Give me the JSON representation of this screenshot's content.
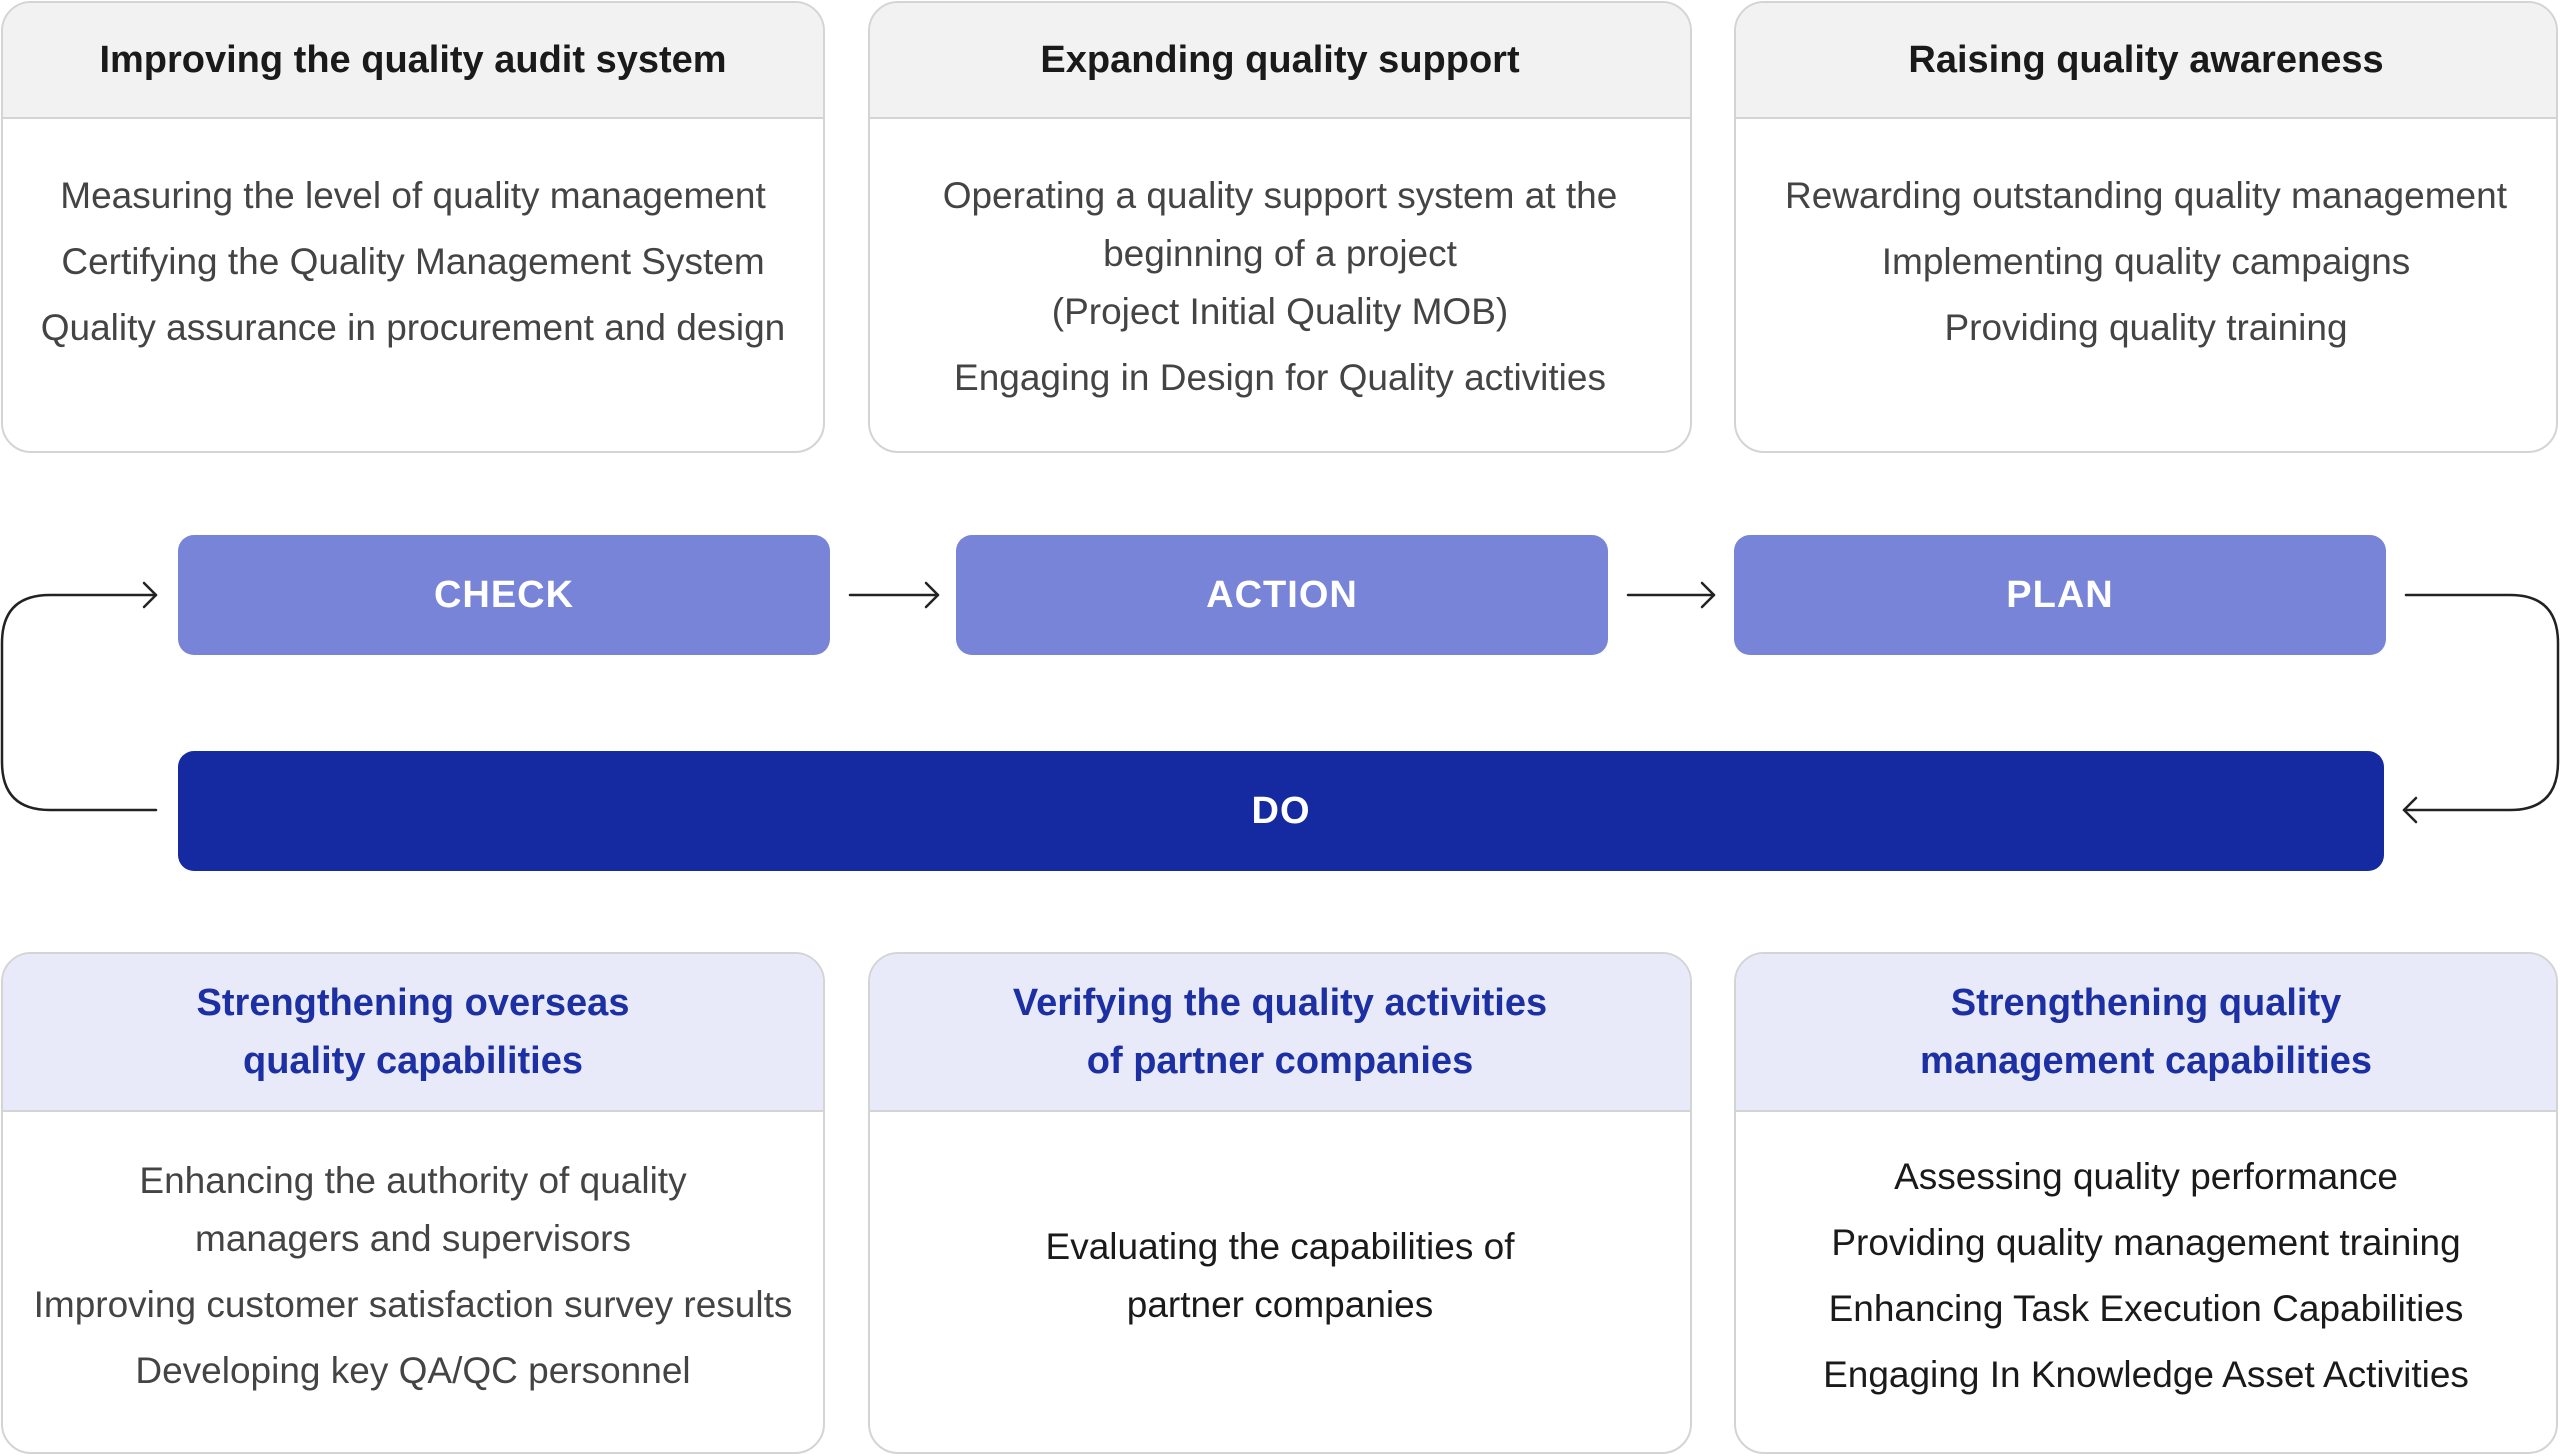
{
  "top_cards": [
    {
      "title": "Improving the quality audit system",
      "items": [
        "Measuring the level of quality management",
        "Certifying the Quality Management System",
        "Quality assurance in procurement and design"
      ]
    },
    {
      "title": "Expanding quality support",
      "items": [
        "Operating a quality support system at the\nbeginning of a project\n(Project Initial Quality MOB)",
        "Engaging in Design for Quality activities"
      ]
    },
    {
      "title": "Raising quality awareness",
      "items": [
        "Rewarding outstanding quality management",
        "Implementing quality campaigns",
        "Providing quality training"
      ]
    }
  ],
  "cycle": {
    "check": "CHECK",
    "action": "ACTION",
    "plan": "PLAN",
    "do": "DO"
  },
  "bottom_cards": [
    {
      "title": "Strengthening overseas\nquality capabilities",
      "items": [
        "Enhancing the authority of quality\nmanagers and supervisors",
        "Improving customer satisfaction survey results",
        "Developing key QA/QC personnel"
      ]
    },
    {
      "title": "Verifying the quality activities\nof partner companies",
      "items": [
        "Evaluating the capabilities of\npartner companies"
      ]
    },
    {
      "title": "Strengthening quality\nmanagement capabilities",
      "items": [
        "Assessing quality performance",
        "Providing quality management training",
        "Enhancing Task Execution Capabilities",
        "Engaging In Knowledge Asset Activities"
      ]
    }
  ],
  "colors": {
    "light_step": "#7884d8",
    "do_step": "#1529a0",
    "bottom_title": "#1c2fa3"
  }
}
